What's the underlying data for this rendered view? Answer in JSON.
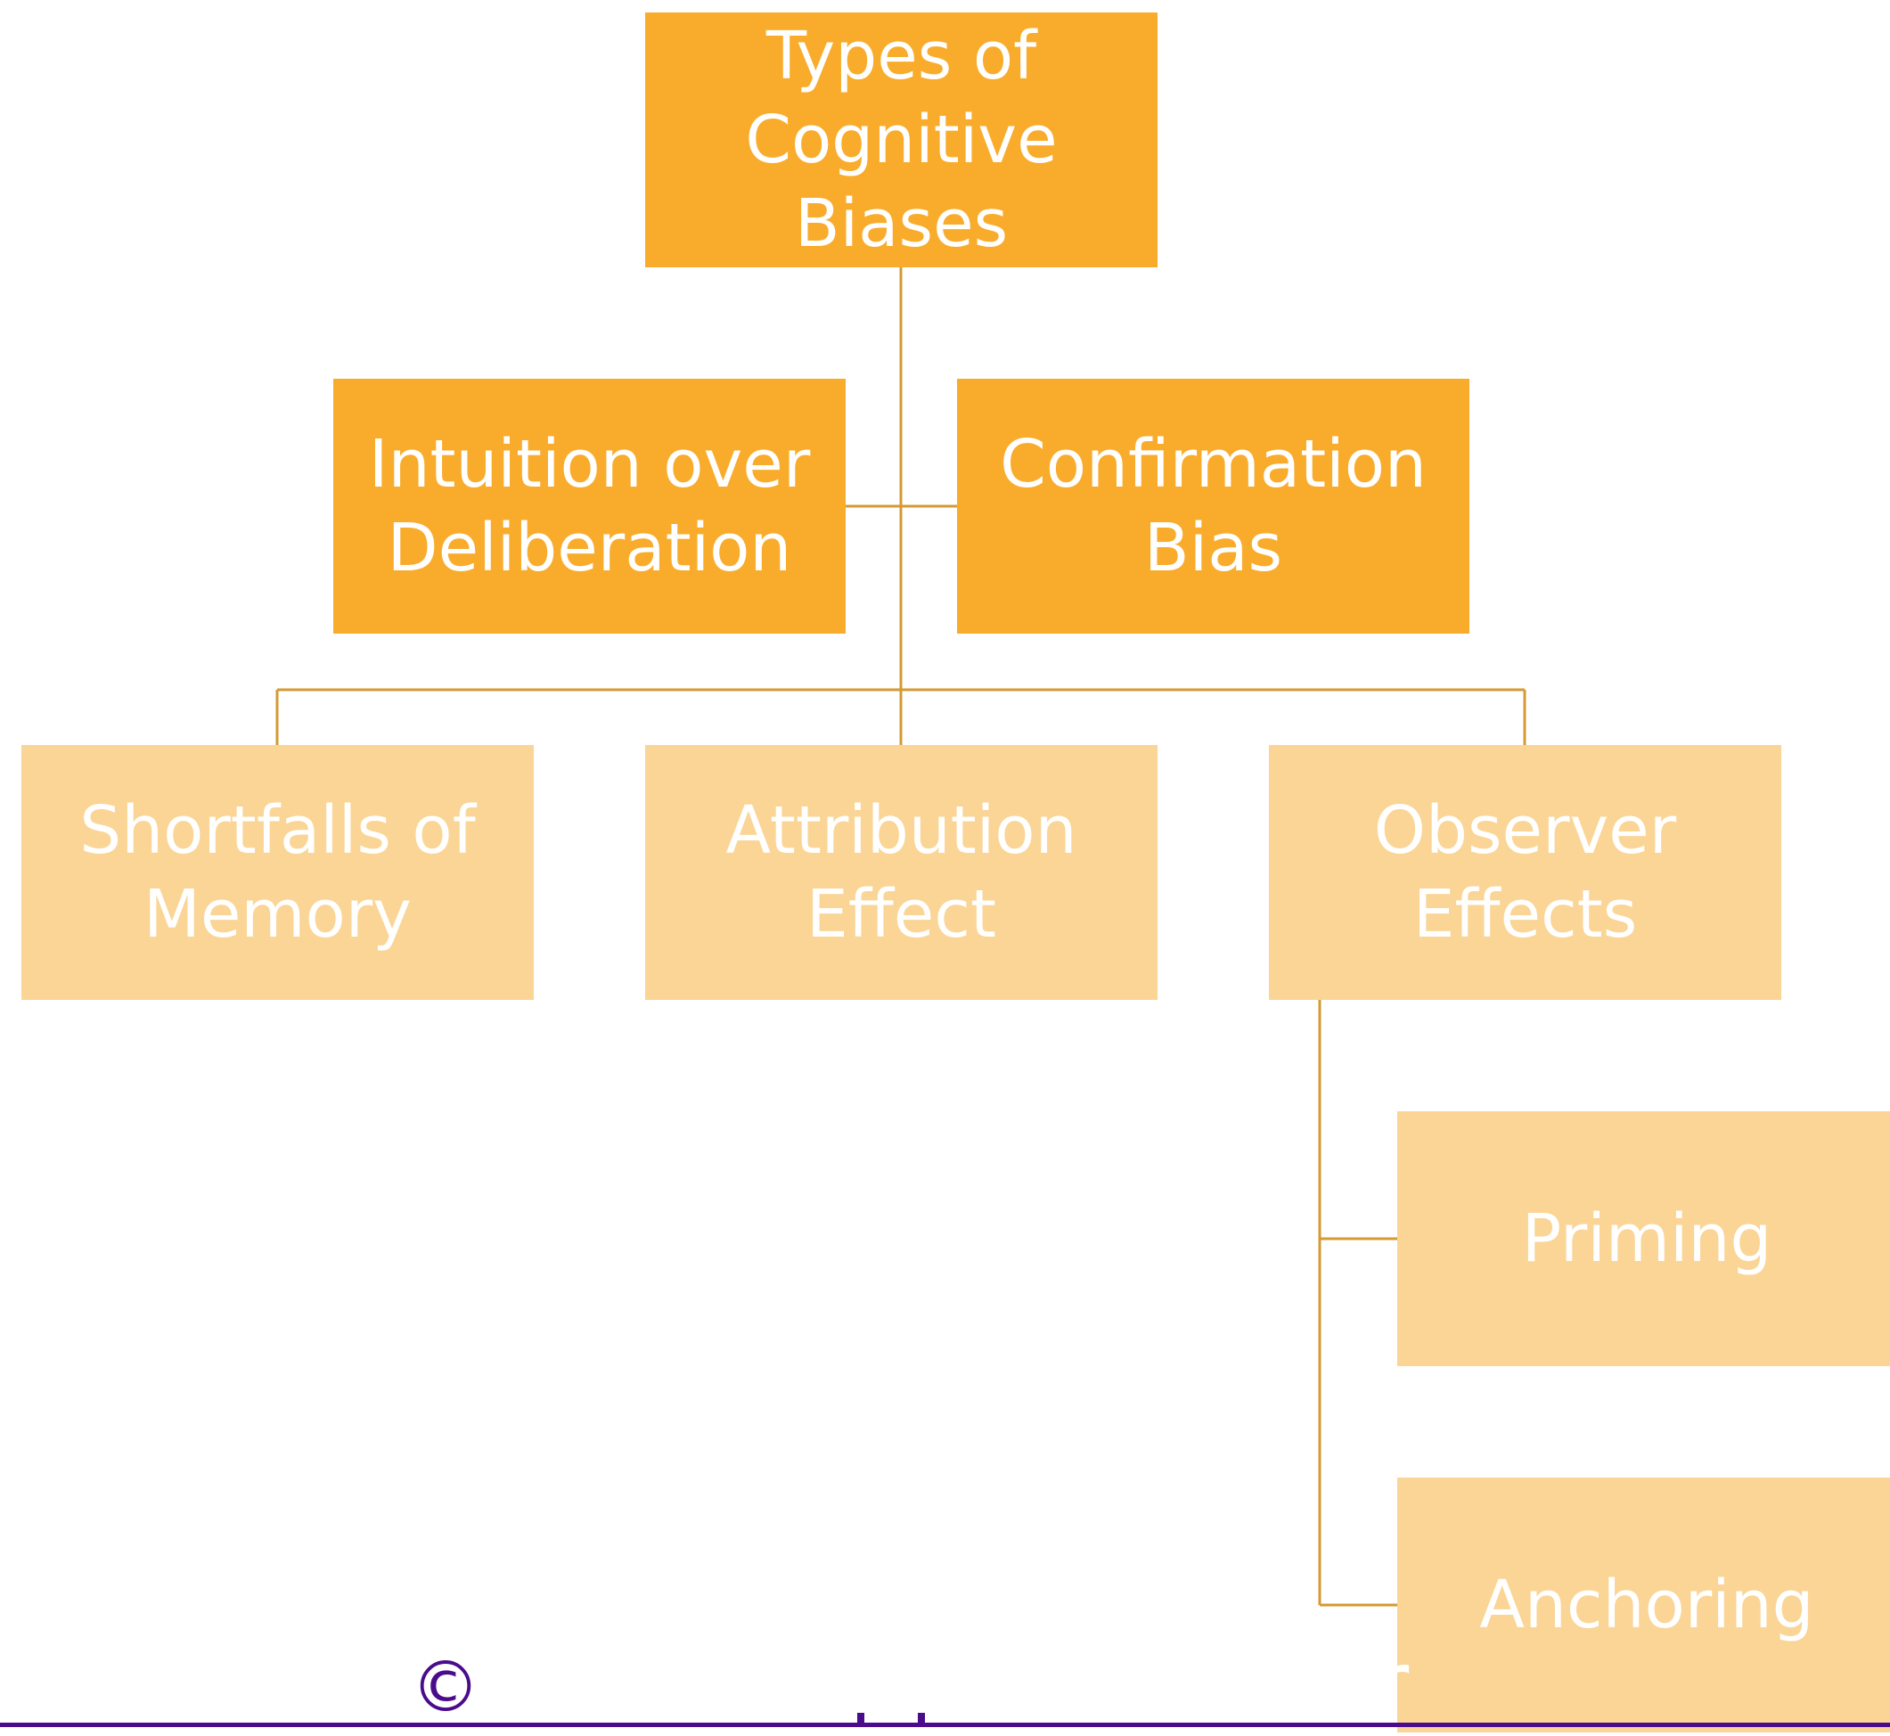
{
  "colors": {
    "level1_fill": "#F9AC2B",
    "level2_fill": "#F9AC2B",
    "level3_fill": "#FAD596",
    "connector": "#D49A33",
    "text": "#FFFFFF",
    "watermark": "#4B0C8C"
  },
  "diagram": {
    "root": "Types of\nCognitive Biases",
    "assistants": [
      "Intuition over\nDeliberation",
      "Confirmation\nBias"
    ],
    "children": [
      "Shortfalls of\nMemory",
      "Attribution\nEffect",
      "Observer\nEffects"
    ],
    "observer_subitems": [
      "Priming",
      "Anchoring"
    ]
  },
  "watermark": {
    "symbol": "©",
    "trailing_glyph": "r"
  }
}
